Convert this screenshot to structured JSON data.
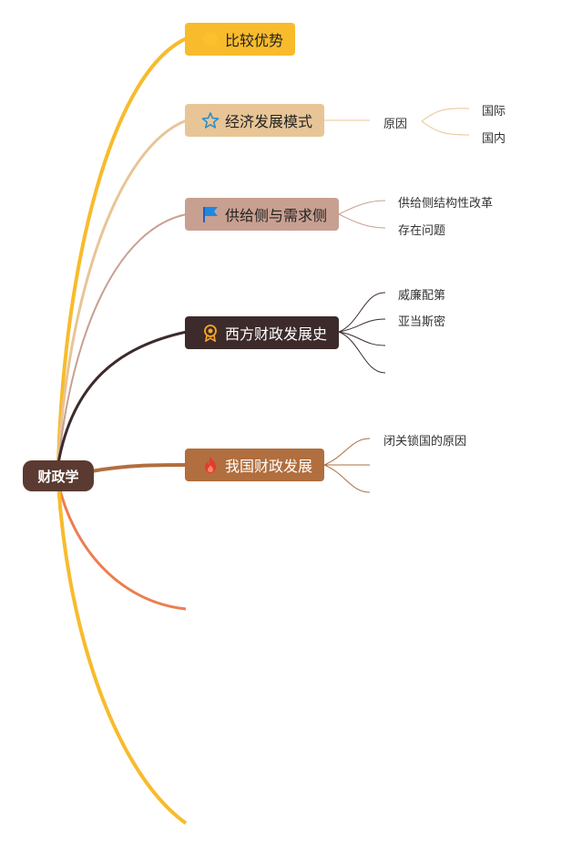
{
  "root": {
    "label": "财政学"
  },
  "branches": [
    {
      "label": "比较优势",
      "icon": "sun-icon",
      "color": "#f8bb2c"
    },
    {
      "label": "经济发展模式",
      "icon": "star-icon",
      "color": "#e8c596"
    },
    {
      "label": "供给侧与需求侧",
      "icon": "flag-icon",
      "color": "#c8a091"
    },
    {
      "label": "西方财政发展史",
      "icon": "award-icon",
      "color": "#3d2b2b"
    },
    {
      "label": "我国财政发展",
      "icon": "fire-icon",
      "color": "#b16e3e"
    }
  ],
  "sub": {
    "economy_reason": "原因",
    "economy_international": "国际",
    "economy_domestic": "国内",
    "supply_reform": "供给侧结构性改革",
    "supply_problems": "存在问题",
    "west_petty": "威廉配第",
    "west_smith": "亚当斯密",
    "china_closed": "闭关锁国的原因"
  }
}
